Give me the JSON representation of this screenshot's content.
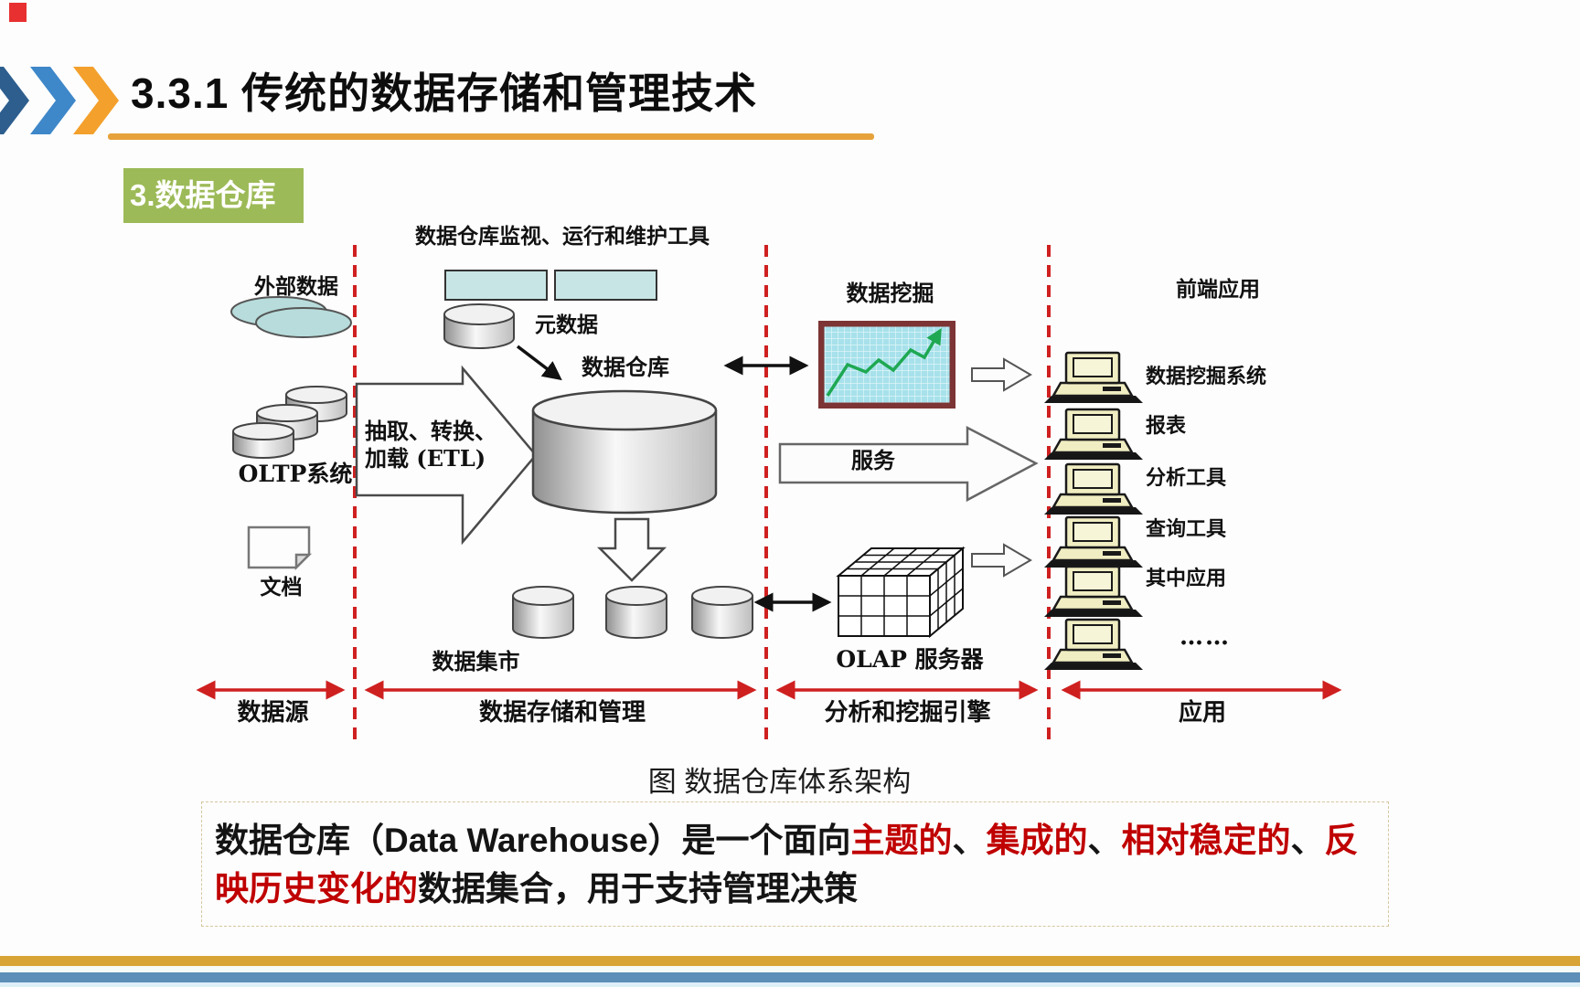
{
  "slide": {
    "title": "3.3.1 传统的数据存储和管理技术",
    "section_tag": "3.数据仓库",
    "figure_caption": "图 数据仓库体系架构",
    "definition_segments": [
      {
        "text": "数据仓库（Data Warehouse）是一个面向",
        "emphasis": false
      },
      {
        "text": "主题的",
        "emphasis": true
      },
      {
        "text": "、",
        "emphasis": false
      },
      {
        "text": "集成的",
        "emphasis": true
      },
      {
        "text": "、",
        "emphasis": false
      },
      {
        "text": "相对稳定的",
        "emphasis": true
      },
      {
        "text": "、",
        "emphasis": false
      },
      {
        "text": "反映历史变化的",
        "emphasis": true
      },
      {
        "text": "数据集合，用于支持管理决策",
        "emphasis": false
      }
    ]
  },
  "diagram": {
    "top_tool_label": "数据仓库监视、运行和维护工具",
    "source_labels": {
      "external_data": "外部数据",
      "oltp_system": "OLTP系统",
      "document": "文档"
    },
    "storage_labels": {
      "metadata": "元数据",
      "data_warehouse": "数据仓库",
      "etl_line1": "抽取、转换、",
      "etl_line2": "加载 (ETL)",
      "data_mart": "数据集市"
    },
    "engine_labels": {
      "data_mining": "数据挖掘",
      "service": "服务",
      "olap_server": "OLAP 服务器"
    },
    "frontend_label": "前端应用",
    "applications": [
      "数据挖掘系统",
      "报表",
      "分析工具",
      "查询工具",
      "其中应用",
      "……"
    ],
    "section_labels": [
      "数据源",
      "数据存储和管理",
      "分析和挖掘引擎",
      "应用"
    ]
  },
  "icons": {
    "chevron-icons": "three right chevrons (dark blue, blue, orange)",
    "database-cylinder-icon": "gray cylinder",
    "external-data-icon": "two teal ellipses",
    "document-icon": "page with folded corner",
    "computer-icon": "beige desktop computer",
    "olap-cube-icon": "3D gridded cube",
    "mining-chart-icon": "cyan grid chart with rising green line",
    "block-arrow-icon": "hollow block arrow"
  },
  "colors": {
    "accent_orange": "#e7a23b",
    "tag_green": "#9cba57",
    "emphasis_red": "#c00000",
    "divider_red": "#cf2020",
    "teal_box": "#c7e5e4",
    "chart_border": "#7c3434",
    "chart_bg": "#a7e1eb",
    "chart_line": "#1ea852",
    "bottom_gold": "#d9a436",
    "bottom_blue": "#5d8fb8",
    "chevron_dark_blue": "#2d5e8e",
    "chevron_blue": "#3e87c9",
    "chevron_orange": "#f3a02c"
  }
}
